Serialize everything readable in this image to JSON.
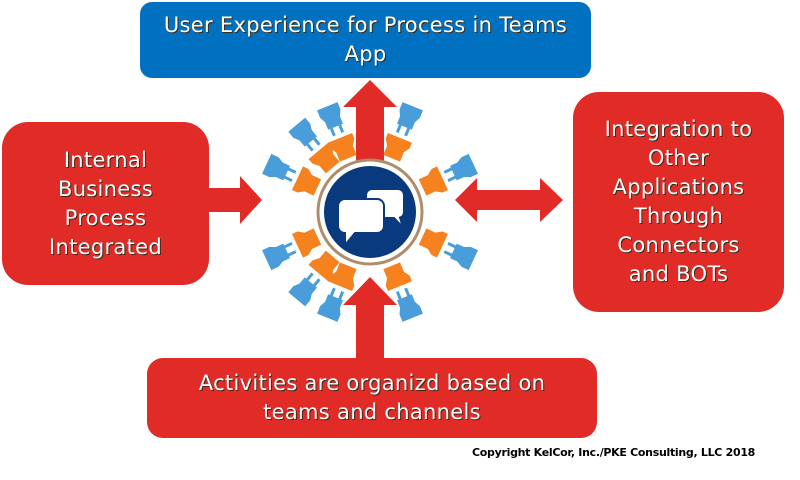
{
  "boxes": {
    "top": {
      "text": "User Experience for Process in Teams\nApp",
      "color": "#0070c0"
    },
    "left": {
      "text": "Internal\nBusiness\nProcess\nIntegrated",
      "color": "#e02b27"
    },
    "right": {
      "text": "Integration to\nOther\nApplications\nThrough\nConnectors\nand BOTs",
      "color": "#e02b27"
    },
    "bottom": {
      "text": "Activities are organizd based on\nteams and channels",
      "color": "#e02b27"
    }
  },
  "arrows": {
    "color": "#e02b27",
    "top": "points-up",
    "left": "points-right",
    "right": "double-headed",
    "bottom": "points-up"
  },
  "hub": {
    "icon": "chat-bubbles-icon",
    "circle_color": "#0a3a7e",
    "ring_color": "#b08d6a",
    "socket_color": "#f5821f",
    "plug_color": "#4a9ddb",
    "plug_count": 10
  },
  "footer": {
    "copyright": "Copyright KelCor, Inc./PKE Consulting, LLC 2018"
  }
}
